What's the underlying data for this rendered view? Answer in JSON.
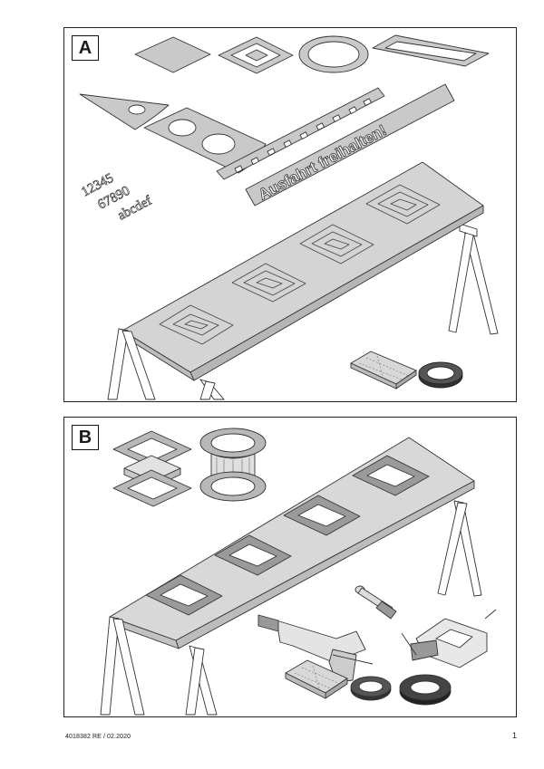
{
  "panels": {
    "a": {
      "label": "A"
    },
    "b": {
      "label": "B"
    }
  },
  "strip_text": "Ausfahrt freihalten!",
  "numbers": {
    "line1": "12345",
    "line2": "67890",
    "line3": "abcdef"
  },
  "footer": {
    "code": "4018382  RE / 02.2020",
    "page": "1"
  }
}
